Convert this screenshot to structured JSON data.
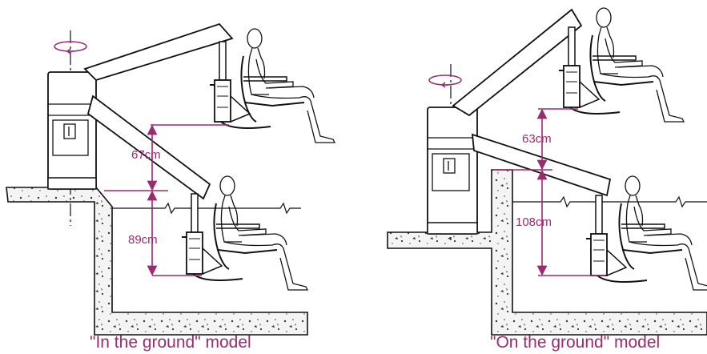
{
  "colors": {
    "accent": "#9c2a6e",
    "line": "#111111",
    "concrete_fill": "#f4f4f4"
  },
  "left_panel": {
    "caption": "\"In the ground\" model",
    "upper_dimension": "67cm",
    "lower_dimension": "89cm"
  },
  "right_panel": {
    "caption": "\"On the ground\" model",
    "upper_dimension": "63cm",
    "lower_dimension": "108cm"
  },
  "icons": [
    "rotation-arrow-icon",
    "axis-line",
    "lift-unit",
    "seated-person-icon"
  ]
}
